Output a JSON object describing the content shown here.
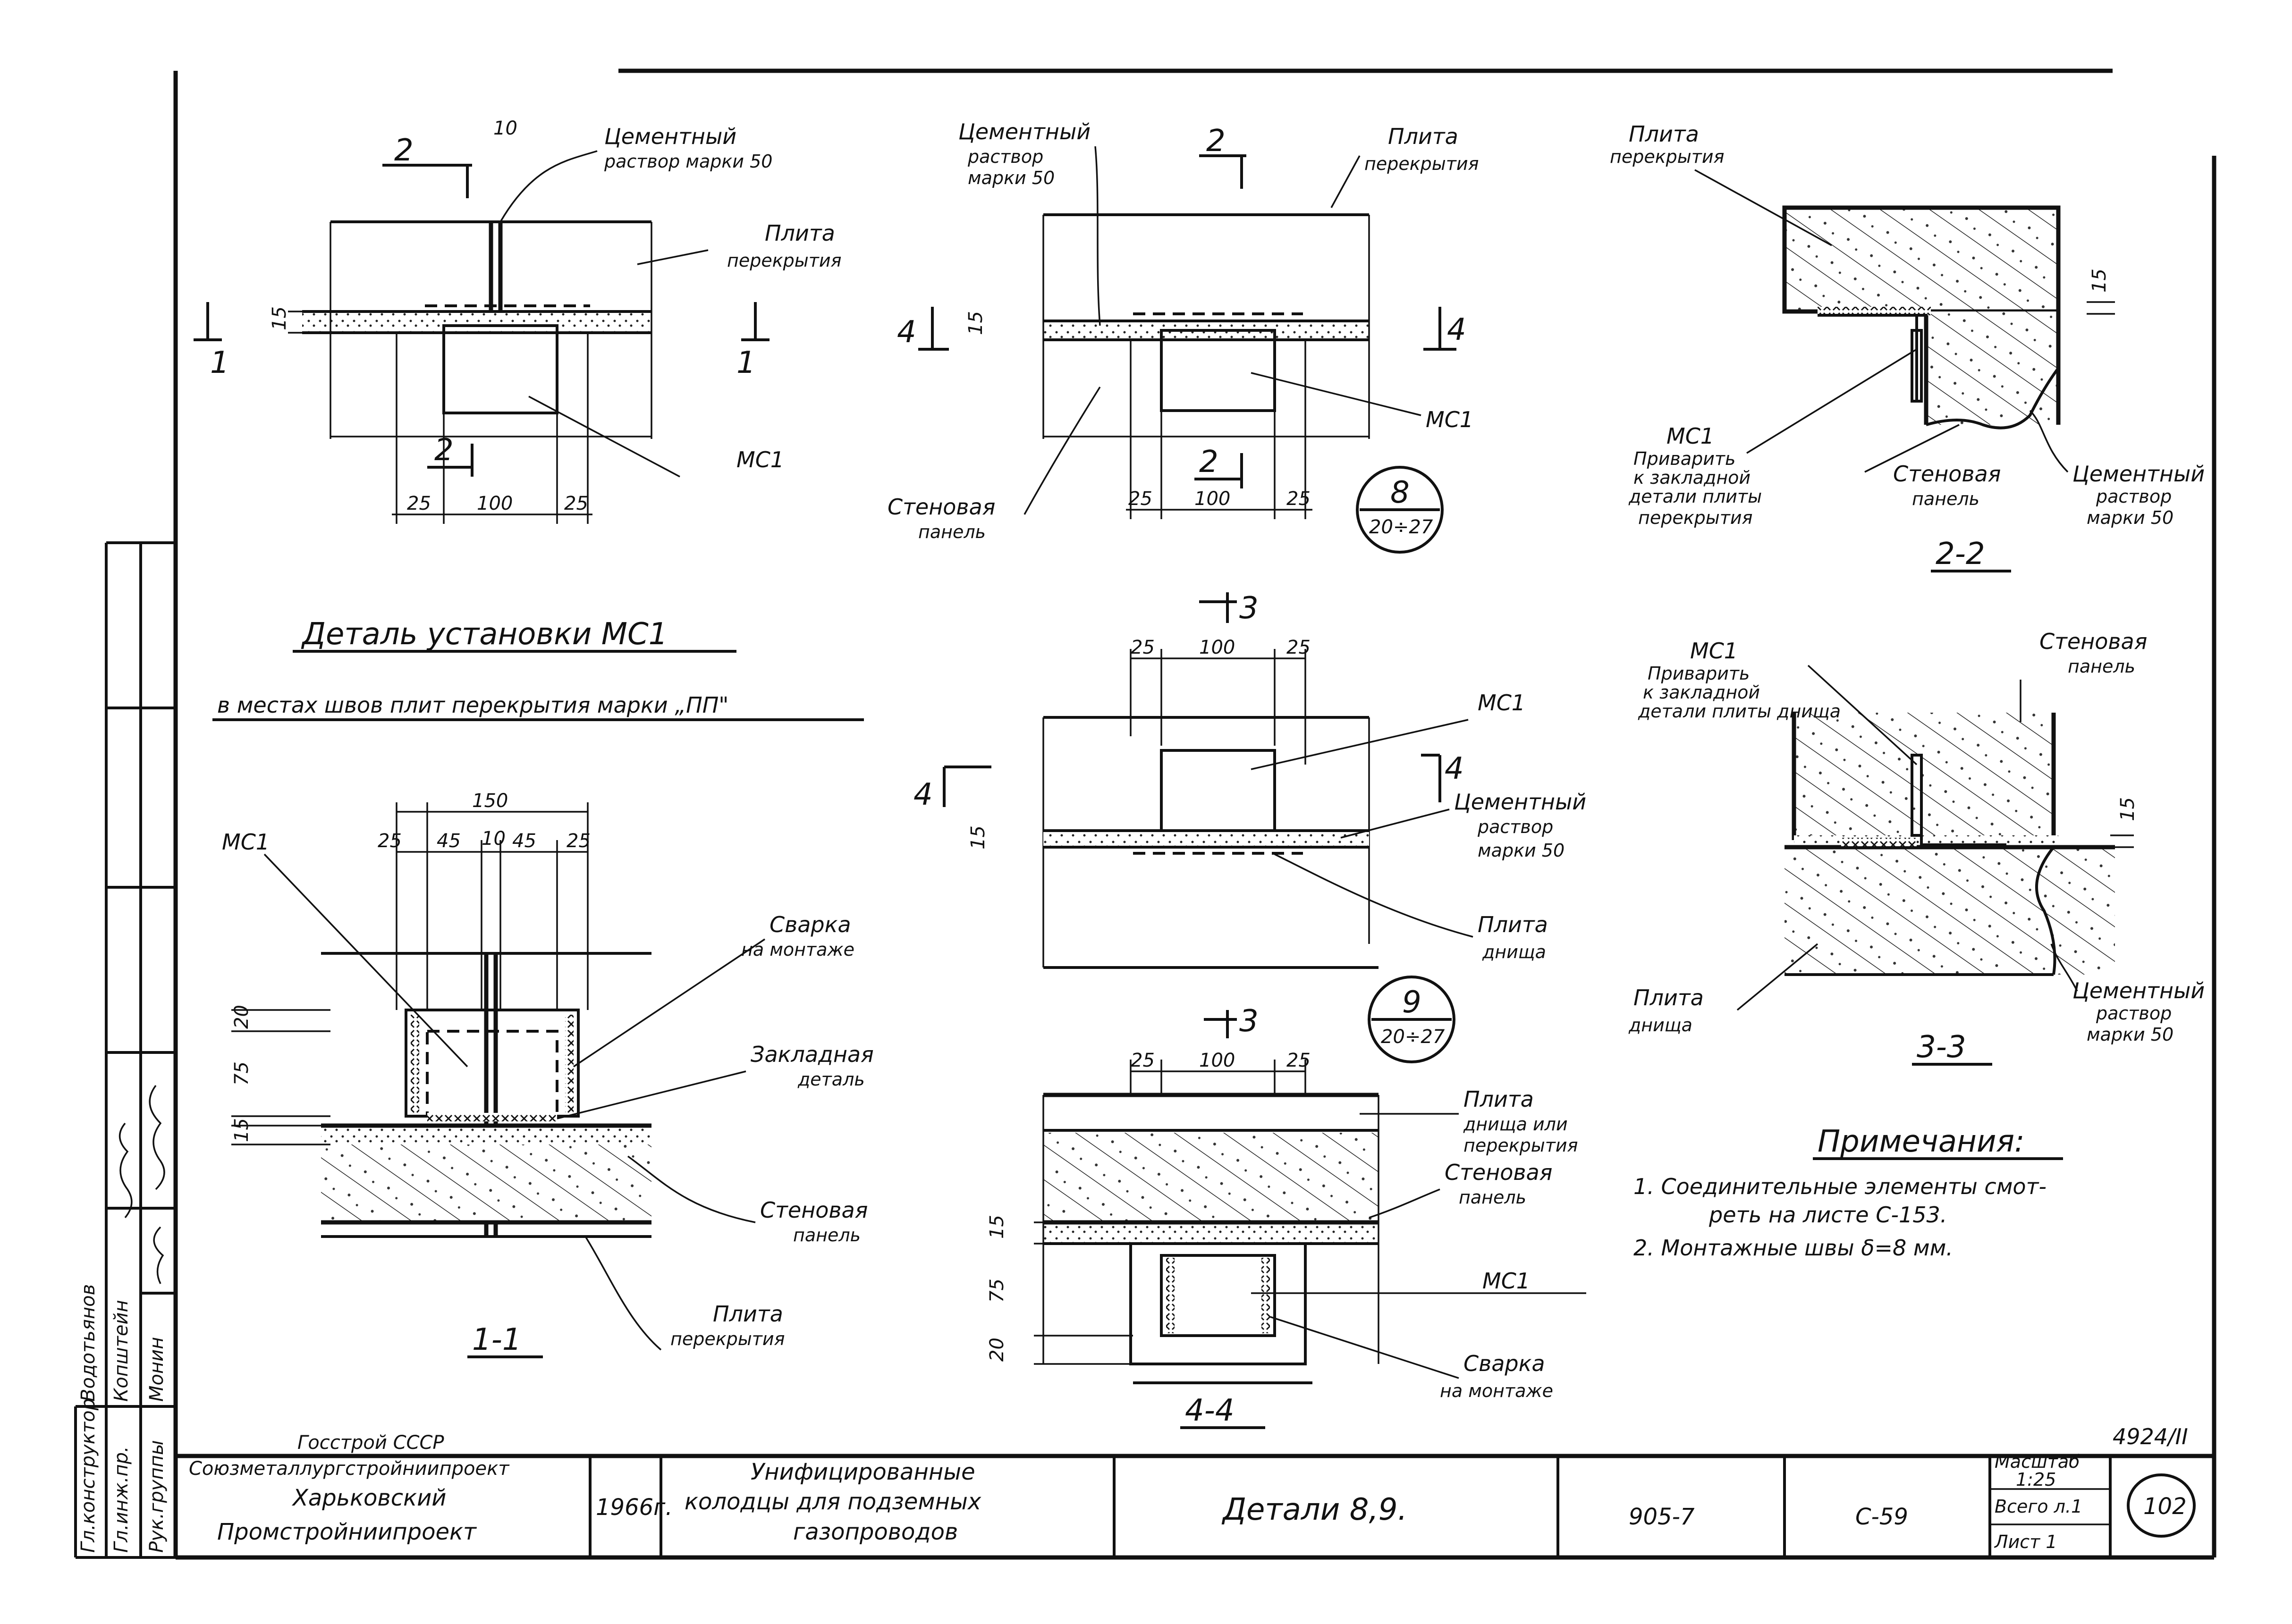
{
  "title_block": {
    "org": [
      "Госстрой СССР",
      "Союзметаллургстройниипроект",
      "Харьковский",
      "Промстройниипроект"
    ],
    "year": "1966г.",
    "project": [
      "Унифицированные",
      "колодцы для подземных",
      "газопроводов"
    ],
    "sheet_title": "Детали 8,9.",
    "series": "905-7",
    "sheet_code": "С-59",
    "scale_label": "Масштаб",
    "scale_value": "1:25",
    "total_label": "Всего л.1",
    "sheet_label": "Лист 1",
    "page_no": "102",
    "archive_no": "4924/II",
    "roles": [
      "Гл.конструктор",
      "Гл.инж.пр.",
      "Рук.группы"
    ],
    "names": [
      "Водотьянов",
      "Копштейн",
      "Монин"
    ]
  },
  "labels": {
    "cement_mortar_line1": "Цементный",
    "cement_mortar_line2": "раствор марки 50",
    "cement_mortar_m2": "раствор",
    "cement_mortar_m3": "марки 50",
    "slab_floor_l1": "Плита",
    "slab_floor_l2": "перекрытия",
    "wall_panel_l1": "Стеновая",
    "wall_panel_l2": "панель",
    "mc1": "МС1",
    "welding_l1": "Сварка",
    "welding_l2": "на монтаже",
    "embedded_l1": "Закладная",
    "embedded_l2": "деталь",
    "slab_bottom_l1": "Плита",
    "slab_bottom_l2": "днища",
    "slab_both_l2": "днища или",
    "slab_both_l3": "перекрытия",
    "weld_to_l1": "Приварить",
    "weld_to_l2": "к закладной",
    "weld_to_l3": "детали плиты",
    "weld_to_l4": "перекрытия",
    "weld_bottom_l3": "детали плиты днища"
  },
  "headings": {
    "detail_line1": "Деталь установки МС1",
    "detail_line2": "в местах швов плит перекрытия марки „ПП\""
  },
  "markers": {
    "m8_num": "8",
    "m8_ref": "20÷27",
    "m9_num": "9",
    "m9_ref": "20÷27"
  },
  "sections": {
    "s11": "1-1",
    "s22": "2-2",
    "s33": "3-3",
    "s44": "4-4",
    "cut1": "1",
    "cut2": "2",
    "cut3": "3",
    "cut4": "4"
  },
  "dims": {
    "d10": "10",
    "d15": "15",
    "d20": "20",
    "d25": "25",
    "d45": "45",
    "d75": "75",
    "d100": "100",
    "d150": "150"
  },
  "notes": {
    "title": "Примечания:",
    "n1_line1": "1. Соединительные элементы смот-",
    "n1_line2": "реть на листе С-153.",
    "n2": "2. Монтажные швы δ=8 мм."
  }
}
